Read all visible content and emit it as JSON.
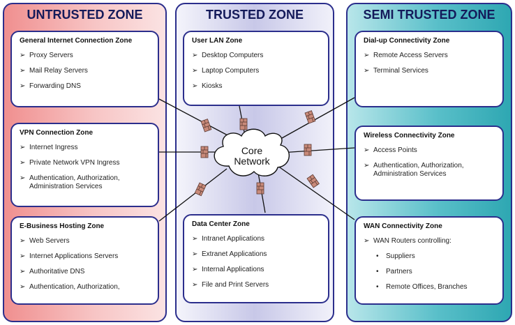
{
  "zones": {
    "untrusted": "UNTRUSTED ZONE",
    "trusted": "TRUSTED ZONE",
    "semi": "SEMI TRUSTED ZONE"
  },
  "boxes": {
    "general": {
      "title": "General Internet Connection Zone",
      "items": [
        "Proxy Servers",
        "Mail Relay Servers",
        "Forwarding DNS"
      ]
    },
    "vpn": {
      "title": "VPN Connection Zone",
      "items": [
        "Internet Ingress",
        "Private Network VPN Ingress",
        "Authentication, Authorization,",
        "Administration Services"
      ]
    },
    "ebusiness": {
      "title": "E-Business Hosting Zone",
      "items": [
        "Web Servers",
        "Internet Applications Servers",
        "Authoritative DNS",
        "Authentication, Authorization,"
      ]
    },
    "userlan": {
      "title": "User LAN Zone",
      "items": [
        "Desktop Computers",
        "Laptop Computers",
        "Kiosks"
      ]
    },
    "datacenter": {
      "title": "Data Center Zone",
      "items": [
        "Intranet Applications",
        "Extranet Applications",
        "Internal Applications",
        "File and Print Servers"
      ]
    },
    "dialup": {
      "title": "Dial-up Connectivity  Zone",
      "items": [
        "Remote Access Servers",
        "Terminal Services"
      ]
    },
    "wireless": {
      "title": "Wireless Connectivity Zone",
      "items": [
        "Access Points",
        "Authentication, Authorization,",
        "Administration Services"
      ]
    },
    "wan": {
      "title": "WAN Connectivity Zone",
      "items": [
        "WAN Routers controlling:"
      ],
      "subitems": [
        "Suppliers",
        "Partners",
        "Remote Offices, Branches"
      ]
    }
  },
  "core": {
    "line1": "Core",
    "line2": "Network"
  },
  "icons": {
    "arrow": "arrow-bullet-icon",
    "firewall": "firewall-icon",
    "cloud": "cloud-icon"
  },
  "colors": {
    "border": "#2b2e8c",
    "untrusted": "#f08f8f",
    "trusted": "#c8c8e8",
    "semi": "#2ea7b2",
    "firewall": "#c98a7a"
  }
}
